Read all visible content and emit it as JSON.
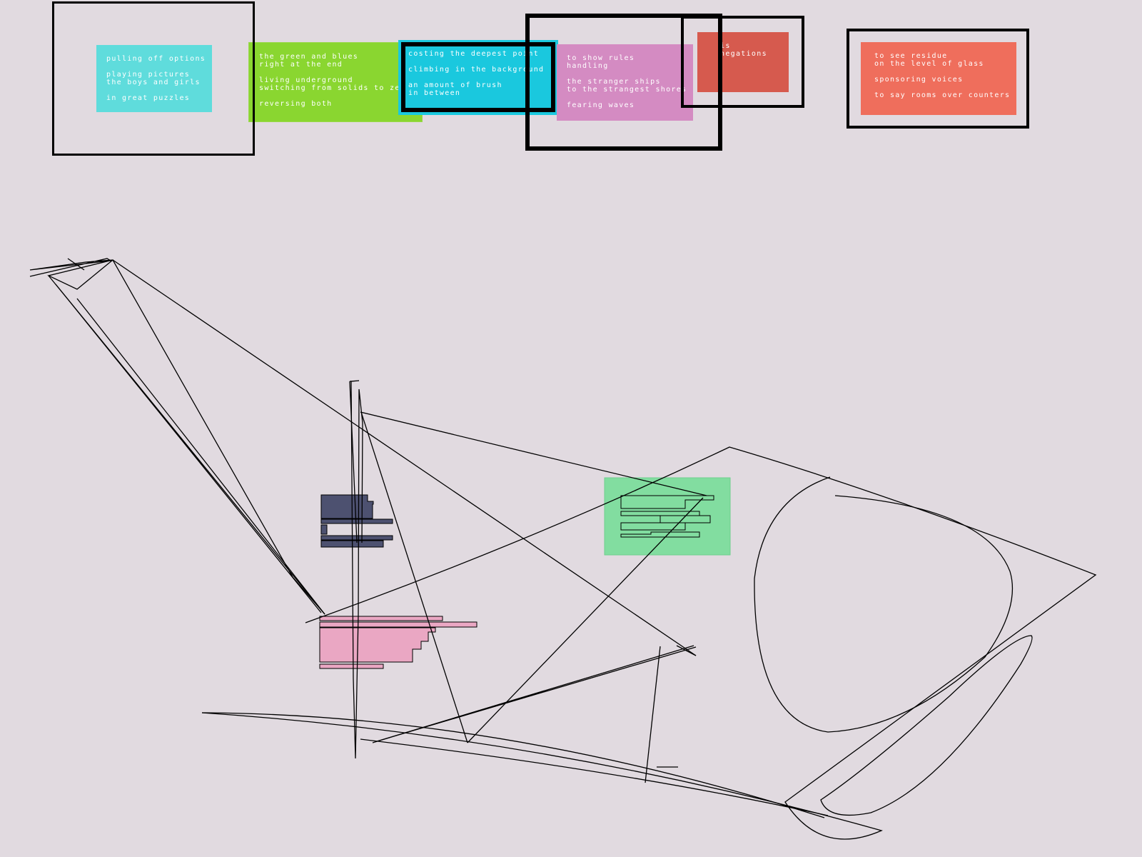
{
  "palette": {
    "background": "#e1dae0",
    "cyan_light": "#5fdcdc",
    "green_lime": "#8ad630",
    "cyan_bright": "#1ac8de",
    "orchid": "#d48bc2",
    "brick": "#d65a4e",
    "salmon": "#ef6e5c",
    "slate": "#4d5170",
    "pink": "#eaa7c3",
    "mint": "#82dda0",
    "ink": "#000000"
  },
  "panels": [
    {
      "id": "cyan-light",
      "lines": [
        "pulling off options",
        "playing pictures\nthe boys and girls",
        "in great puzzles"
      ]
    },
    {
      "id": "green-lime",
      "lines": [
        "the green and blues\nright at the end",
        "living underground\nswitching from solids to zero",
        "reversing both"
      ]
    },
    {
      "id": "cyan-bright",
      "lines": [
        "costing the deepest point",
        "climbing in the background",
        "an amount of brush\nin between"
      ]
    },
    {
      "id": "orchid",
      "lines": [
        "to show rules\nhandling",
        "the stranger ships\nto the strangest shores",
        "fearing waves"
      ]
    },
    {
      "id": "brick",
      "lines": [
        "is\nnegations"
      ]
    },
    {
      "id": "salmon",
      "lines": [
        "to see residue\non the level of glass",
        "sponsoring voices",
        "to say rooms over counters"
      ]
    }
  ]
}
